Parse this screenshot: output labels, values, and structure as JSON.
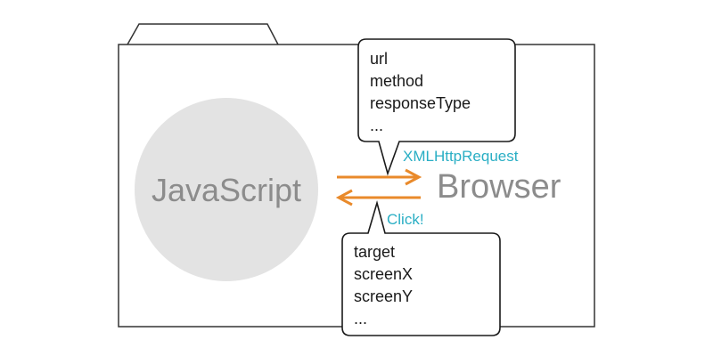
{
  "colors": {
    "outline": "#333333",
    "circle_fill": "#e3e3e3",
    "label_gray": "#8c8c8c",
    "arrow": "#e98a2b",
    "accent_cyan": "#29aec4"
  },
  "javascript_label": "JavaScript",
  "browser_label": "Browser",
  "request_label": "XMLHttpRequest",
  "event_label": "Click!",
  "request_props": [
    "url",
    "method",
    "responseType",
    "..."
  ],
  "event_props": [
    "target",
    "screenX",
    "screenY",
    "..."
  ]
}
